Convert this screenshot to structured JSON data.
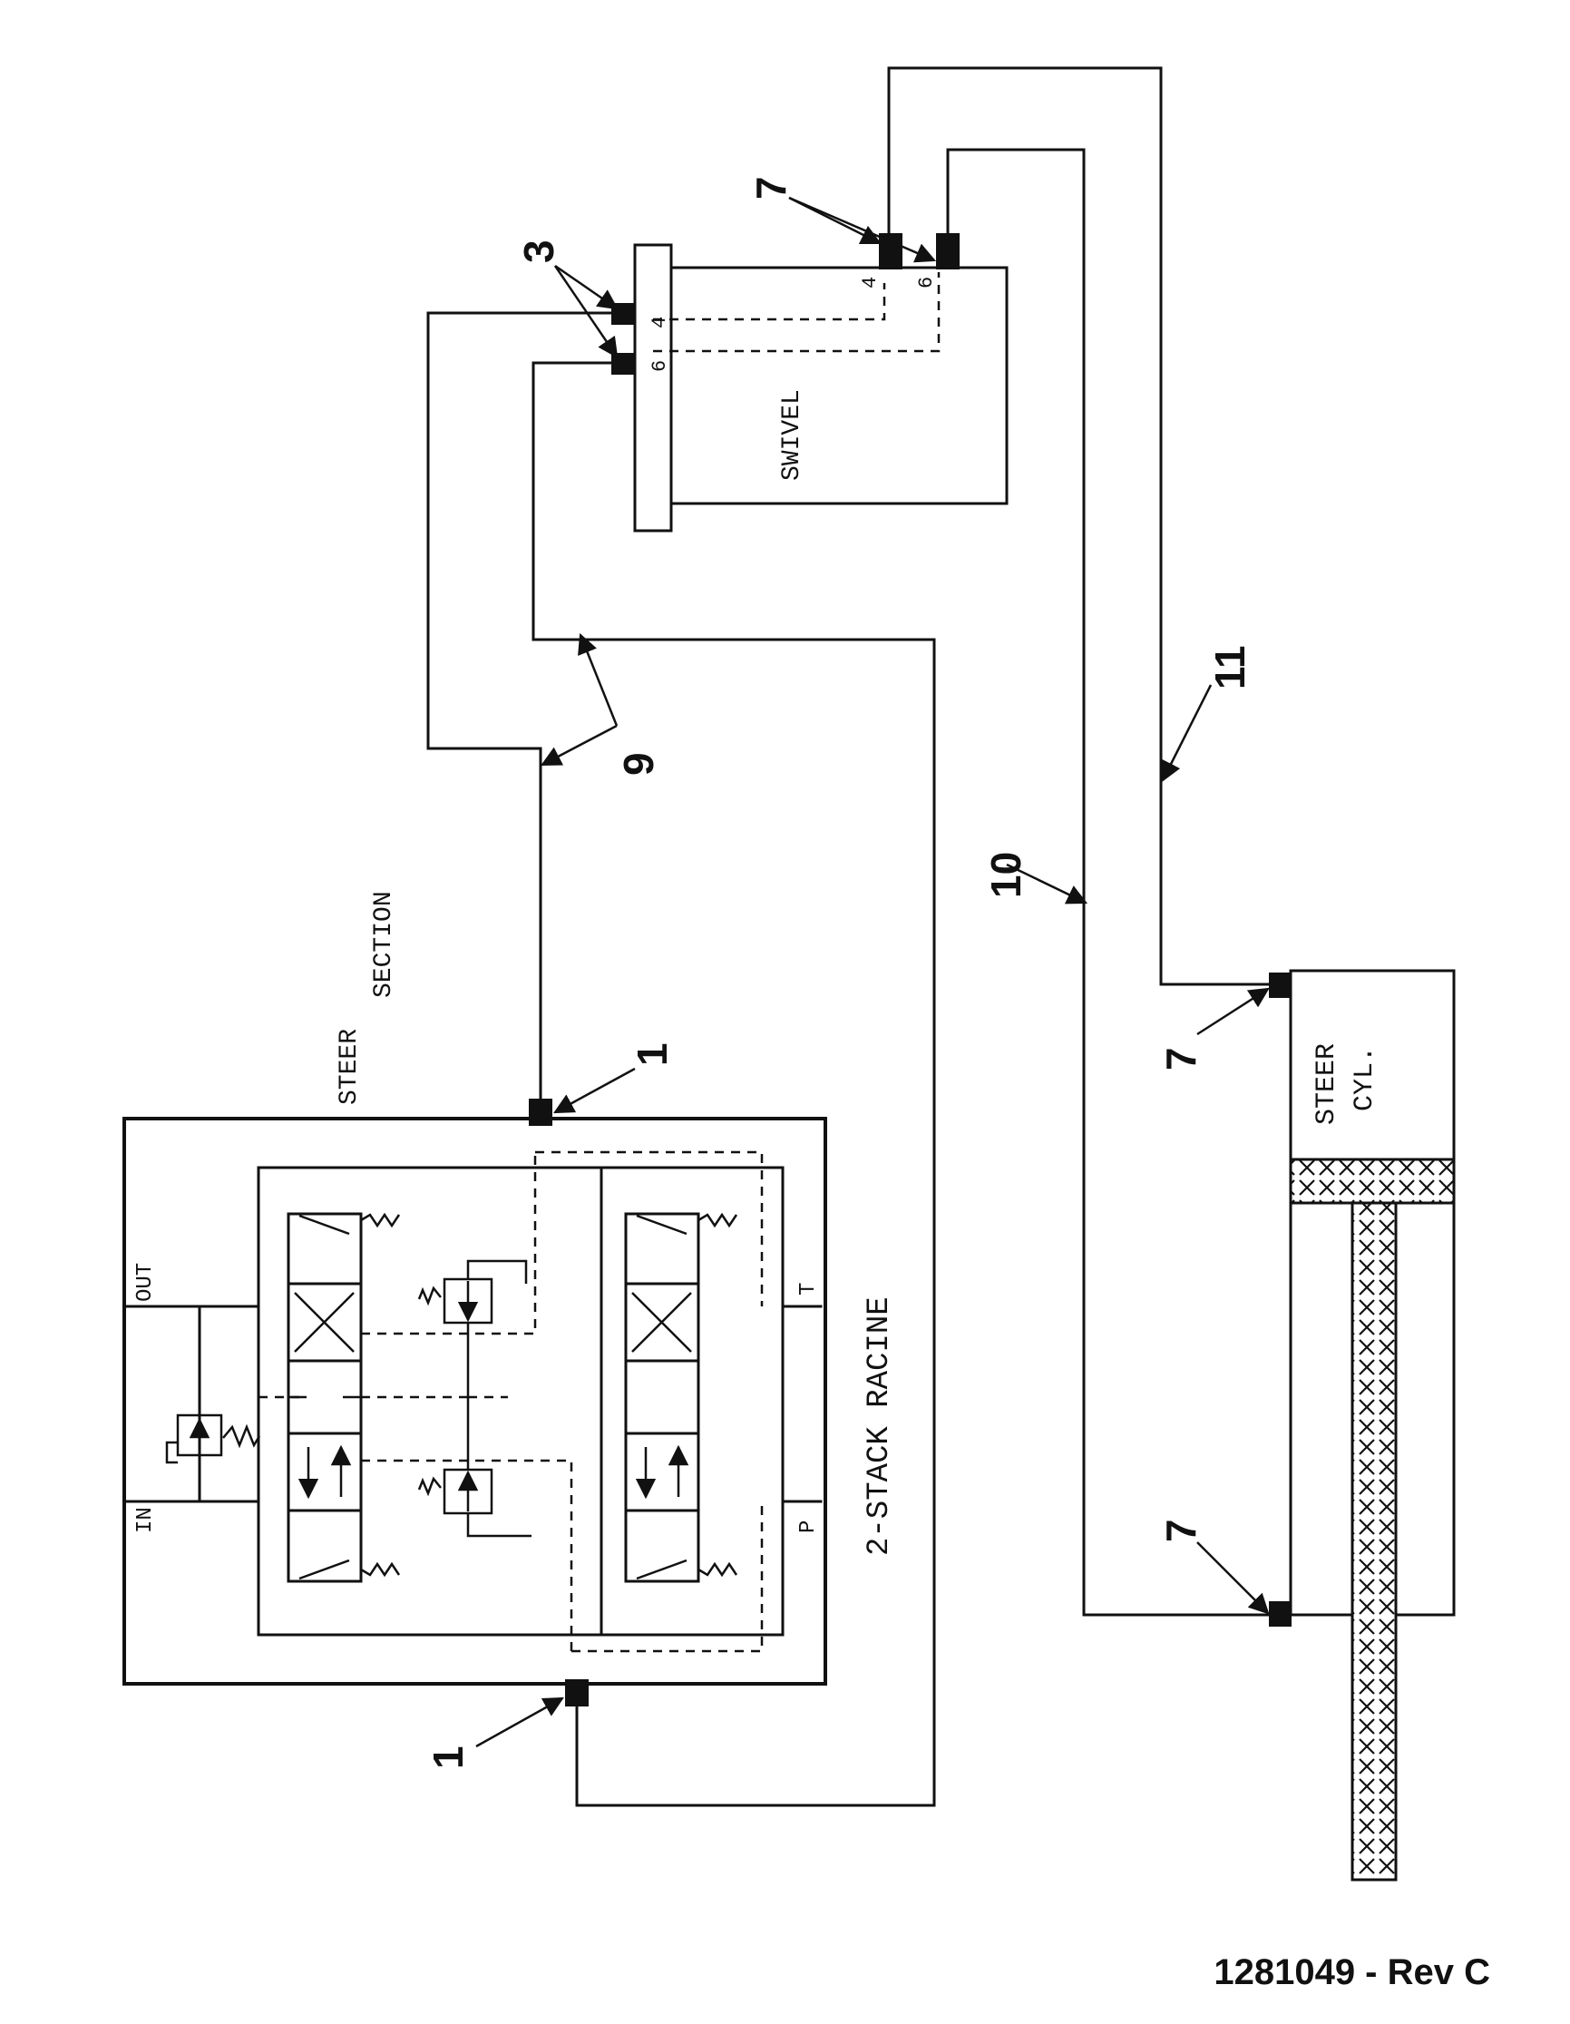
{
  "labels": {
    "steer": "STEER",
    "section": "SECTION",
    "stack_title": "2-STACK RACINE",
    "port_out": "OUT",
    "port_in": "IN",
    "port_t": "T",
    "port_p": "P",
    "swivel": "SWIVEL",
    "swivel_port_4": "4",
    "swivel_port_6": "6",
    "cyl_line1": "STEER",
    "cyl_line2": "CYL."
  },
  "callouts": {
    "c1_top": "1",
    "c1_bottom": "1",
    "c3": "3",
    "c7_swivel": "7",
    "c7_cyl_top": "7",
    "c7_cyl_bottom": "7",
    "c9": "9",
    "c10": "10",
    "c11": "11"
  },
  "document_number": "1281049 - Rev C"
}
